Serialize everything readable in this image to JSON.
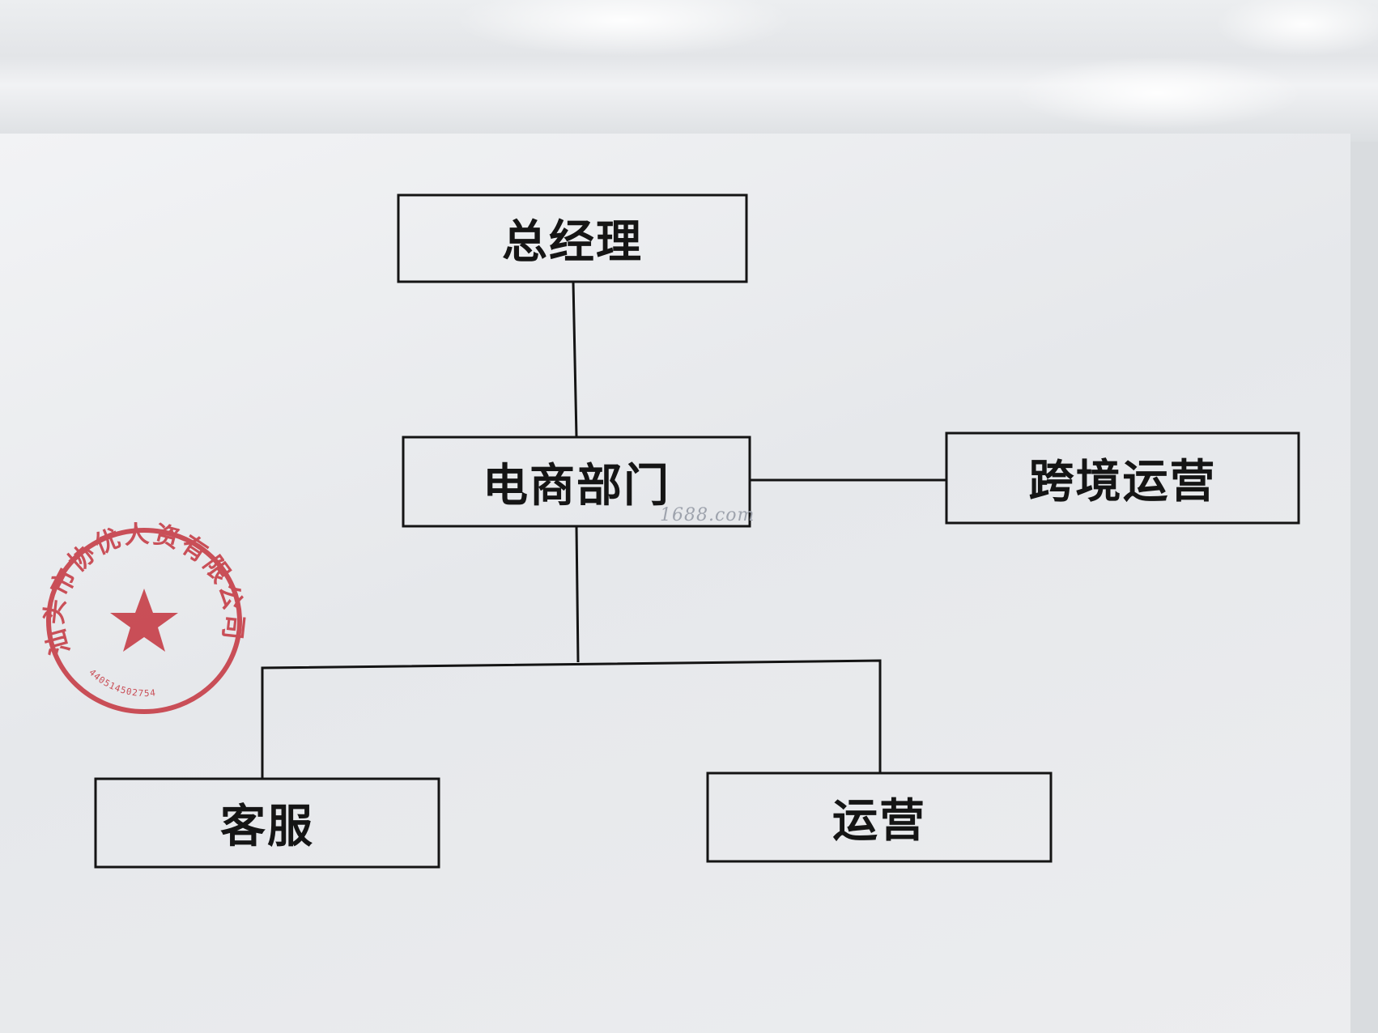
{
  "org_chart": {
    "nodes": {
      "general_manager": "总经理",
      "ecommerce_department": "电商部门",
      "cross_border_operations": "跨境运营",
      "customer_service": "客服",
      "operations": "运营"
    },
    "edges": [
      [
        "总经理",
        "电商部门"
      ],
      [
        "电商部门",
        "跨境运营"
      ],
      [
        "电商部门",
        "客服"
      ],
      [
        "电商部门",
        "运营"
      ]
    ]
  },
  "watermark": "1688.com",
  "seal": {
    "text": "汕头市协优人资有限公司",
    "number": "440514502754",
    "color": "#c4343e"
  },
  "colors": {
    "line": "#141414",
    "paper": "#eceef0"
  }
}
